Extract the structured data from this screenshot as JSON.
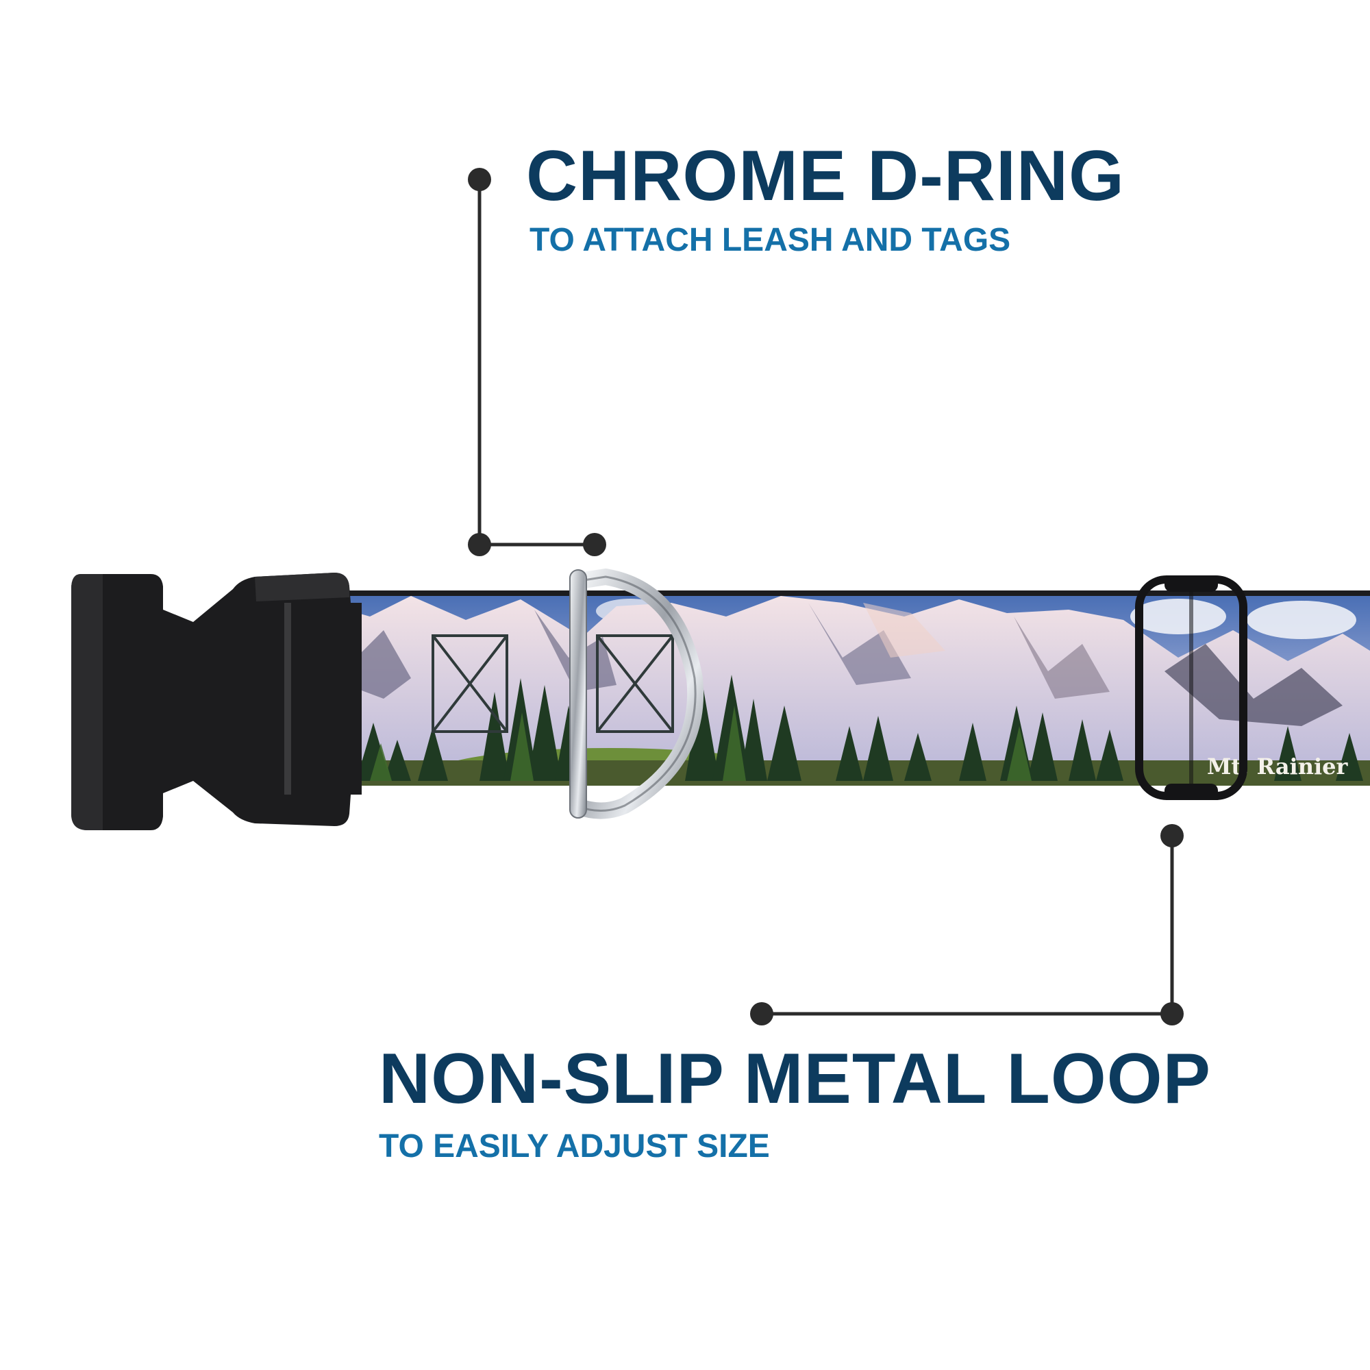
{
  "dring": {
    "title": "CHROME D-RING",
    "subtitle": "TO ATTACH LEASH AND TAGS"
  },
  "loop": {
    "title": "NON-SLIP METAL LOOP",
    "subtitle": "TO EASILY ADJUST SIZE"
  },
  "collar": {
    "print_label": "Mt. Rainier"
  },
  "icons": [
    "side-release-buckle-icon",
    "d-ring-icon",
    "slide-loop-icon"
  ],
  "colors": {
    "title": "#0d3b5e",
    "subtitle": "#1470a8",
    "callout_line": "#2b2b2b",
    "buckle": "#1c1c1e",
    "chrome": "#c9ccd1"
  }
}
